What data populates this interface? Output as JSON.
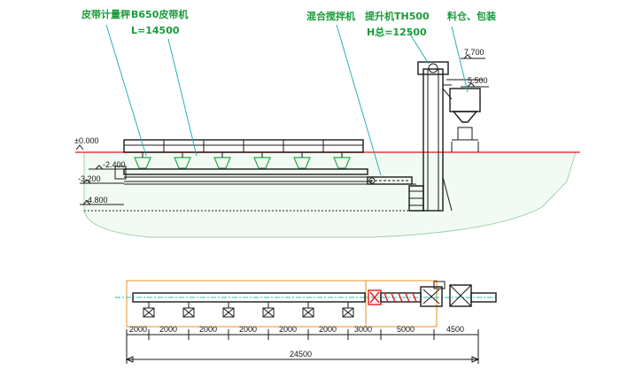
{
  "labels": {
    "belt_scale": "皮带计量秤",
    "belt_conveyor": "B650皮带机",
    "belt_length": "L=14500",
    "mixer": "混合搅拌机",
    "elevator": "提升机TH500",
    "elevator_height": "H总=12500",
    "bin_packing": "料仓、包装"
  },
  "elevations": {
    "e_7700": "7.700",
    "e_5500": "5.500",
    "e_0000": "±0.000",
    "e_m2400": "-2.400",
    "e_m3200": "-3.200",
    "e_m4800": "-4.800"
  },
  "dimensions": {
    "segments": [
      "2000",
      "2000",
      "2000",
      "2000",
      "2000",
      "2000",
      "3000",
      "5000",
      "4500"
    ],
    "total": "24500"
  }
}
